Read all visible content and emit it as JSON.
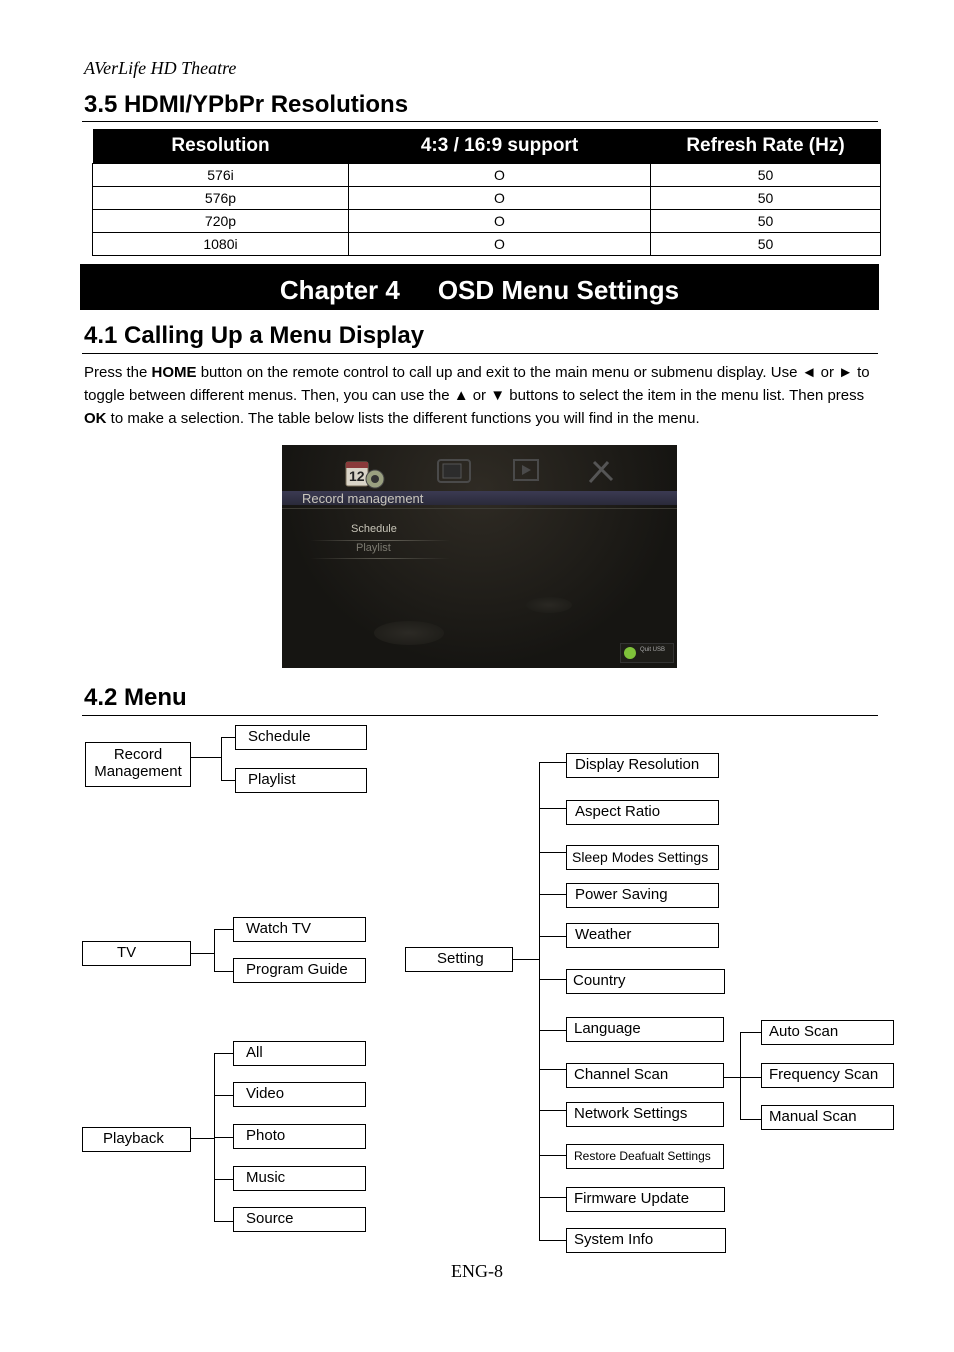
{
  "header": "AVerLife HD Theatre",
  "section_3_5": {
    "title": "3.5  HDMI/YPbPr Resolutions",
    "table": {
      "headers": [
        "Resolution",
        "4:3 / 16:9 support",
        "Refresh Rate (Hz)"
      ],
      "rows": [
        [
          "576i",
          "O",
          "50"
        ],
        [
          "576p",
          "O",
          "50"
        ],
        [
          "720p",
          "O",
          "50"
        ],
        [
          "1080i",
          "O",
          "50"
        ]
      ]
    }
  },
  "chapter": {
    "number": "Chapter 4",
    "title": "OSD Menu Settings"
  },
  "section_4_1": {
    "title": "4.1  Calling Up a Menu Display",
    "p1": "Press the ",
    "home": "HOME",
    "p2": " button on the remote control to call up and exit to the main menu or submenu display. Use ◄ or ► to toggle between different menus. Then, you can use the ▲ or ▼ buttons to select the item in the menu list. Then press ",
    "ok": "OK",
    "p3": " to make a selection. The table below lists the different functions you will find in the menu."
  },
  "screenshot": {
    "calendar_day": "12",
    "menu_title": "Record management",
    "items": [
      "Schedule",
      "Playlist"
    ],
    "icons": [
      "calendar-icon",
      "tv-icon",
      "playback-icon",
      "tools-icon"
    ],
    "status_badge": "Quit USB"
  },
  "section_4_2": {
    "title": "4.2  Menu",
    "tree": {
      "record": {
        "label": "Record\nManagement",
        "children": [
          "Schedule",
          "Playlist"
        ]
      },
      "tv": {
        "label": "TV",
        "children": [
          "Watch TV",
          "Program Guide"
        ]
      },
      "playback": {
        "label": "Playback",
        "children": [
          "All",
          "Video",
          "Photo",
          "Music",
          "Source"
        ]
      },
      "setting": {
        "label": "Setting",
        "children": [
          "Display Resolution",
          "Aspect Ratio",
          "Sleep Modes Settings",
          "Power Saving",
          "Weather",
          "Country",
          "Language",
          "Channel Scan",
          "Network Settings",
          "Restore Deafualt Settings",
          "Firmware Update",
          "System Info"
        ],
        "channel_scan_children": [
          "Auto Scan",
          "Frequency Scan",
          "Manual Scan"
        ]
      }
    }
  },
  "footer": "ENG-8"
}
